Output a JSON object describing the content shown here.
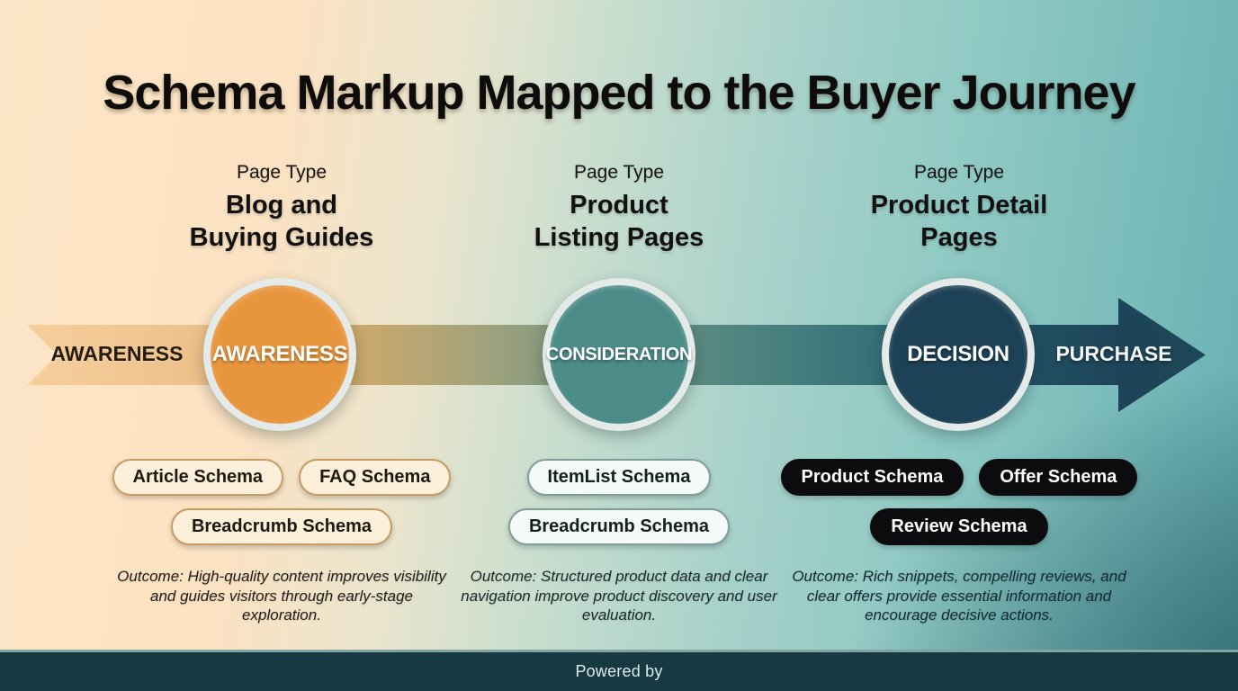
{
  "title": "Schema Markup Mapped to the Buyer Journey",
  "journey": {
    "pre_label": "AWARENESS",
    "post_label": "PURCHASE",
    "stages": [
      {
        "label": "AWARENESS",
        "color": "#e8963e"
      },
      {
        "label": "CONSIDERATION",
        "color": "#4b8b88"
      },
      {
        "label": "DECISION",
        "color": "#1d4156"
      }
    ]
  },
  "columns": [
    {
      "page_type_label": "Page Type",
      "page_type_lines": [
        "Blog and",
        "Buying Guides"
      ],
      "schemas": [
        "Article Schema",
        "FAQ Schema",
        "Breadcrumb Schema"
      ],
      "outcome": "Outcome: High-quality content improves visibility and guides visitors through early-stage exploration."
    },
    {
      "page_type_label": "Page Type",
      "page_type_lines": [
        "Product",
        "Listing Pages"
      ],
      "schemas": [
        "ItemList Schema",
        "Breadcrumb Schema"
      ],
      "outcome": "Outcome: Structured product data and clear navigation improve product discovery and user evaluation."
    },
    {
      "page_type_label": "Page Type",
      "page_type_lines": [
        "Product Detail",
        "Pages"
      ],
      "schemas": [
        "Product Schema",
        "Offer Schema",
        "Review Schema"
      ],
      "outcome": "Outcome: Rich snippets, compelling reviews, and clear offers provide essential information and encourage decisive actions."
    }
  ],
  "footer": {
    "text": "Powered by"
  },
  "colors": {
    "awareness_circle": "#e8963e",
    "consideration_circle": "#4b8b88",
    "decision_circle": "#1d4156",
    "arrow_start": "#f6cf9d",
    "arrow_end": "#1e4759",
    "footer_bg": "#173a42",
    "pill_awareness_bg": "#fdf0da",
    "pill_awareness_border": "#c79b62",
    "pill_consideration_bg": "#f4faf7",
    "pill_consideration_border": "#7f9e99",
    "pill_decision_bg": "#0c0c0e"
  }
}
